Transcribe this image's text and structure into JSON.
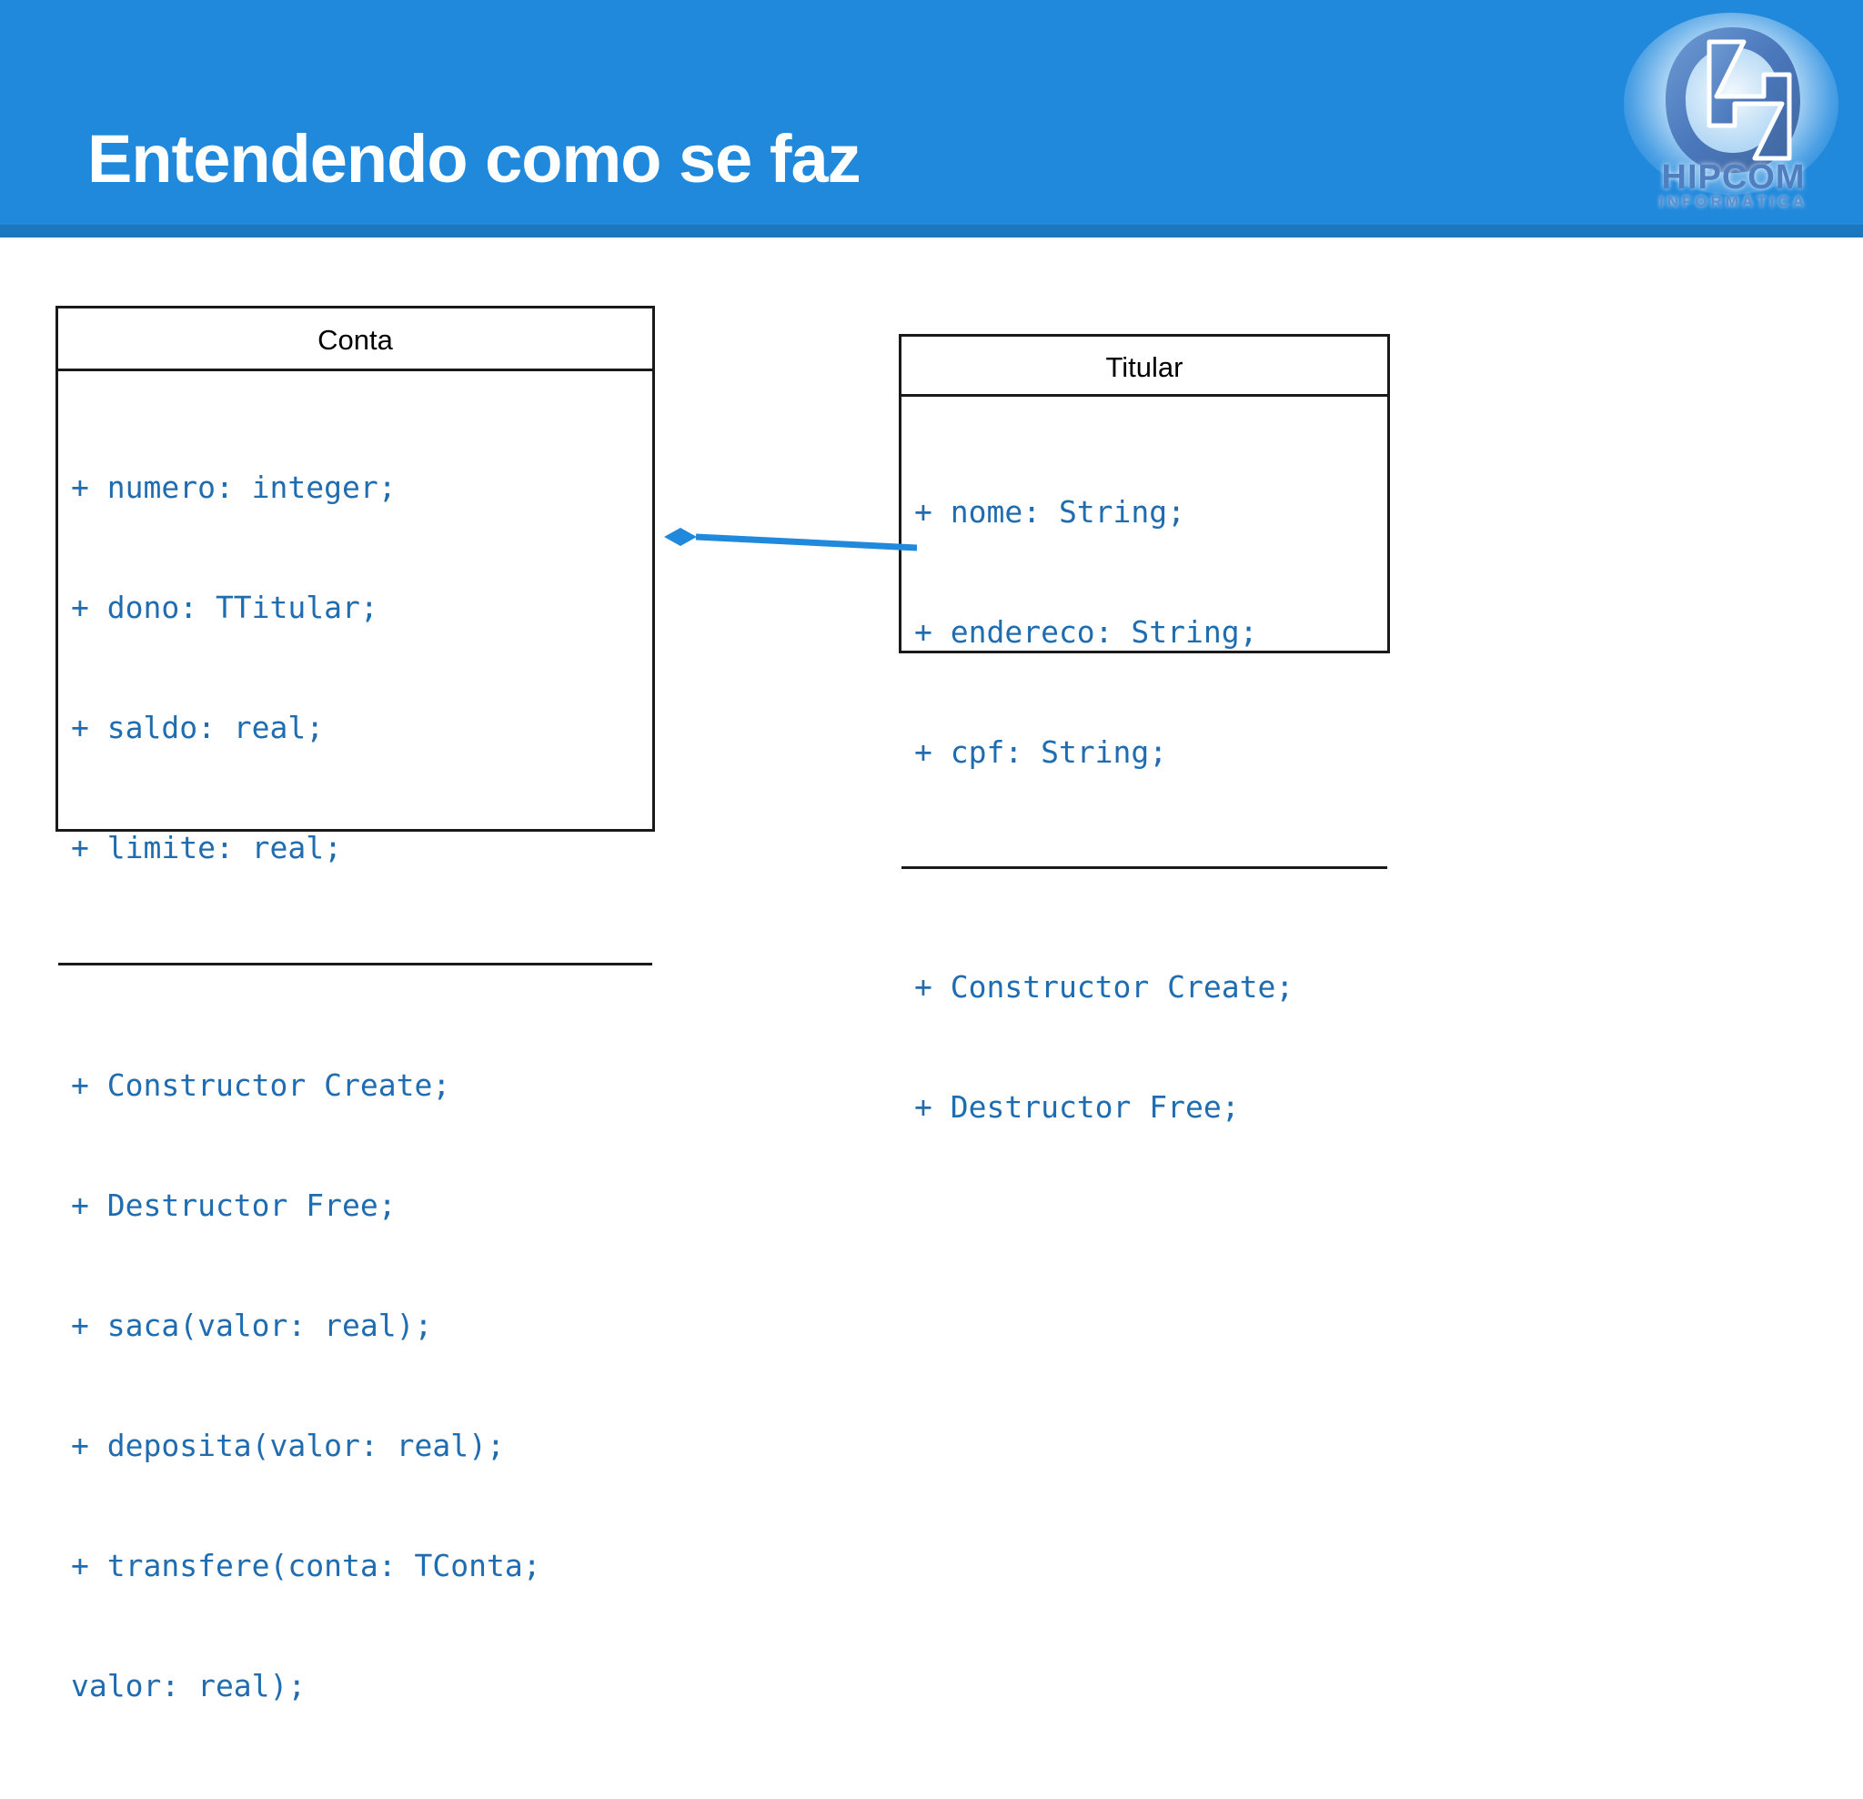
{
  "slide": {
    "title": "Entendendo como se faz",
    "header_color": "#2189dc",
    "code_color": "#1f6cb0"
  },
  "logo": {
    "name": "HIPCOM",
    "tagline": "INFORMÁTICA",
    "mark": "h-monogram-icon"
  },
  "diagram": {
    "type": "uml-class-diagram",
    "classes": [
      {
        "name": "Conta",
        "attributes": [
          "+ numero: integer;",
          "+ dono: TTitular;",
          "+ saldo: real;",
          "+ limite: real;"
        ],
        "operations": [
          "+ Constructor Create;",
          "+ Destructor Free;",
          "+ saca(valor: real);",
          "+ deposita(valor: real);",
          "+ transfere(conta: TConta;",
          "valor: real);"
        ]
      },
      {
        "name": "Titular",
        "attributes": [
          "+ nome: String;",
          "+ endereco: String;",
          "+ cpf: String;"
        ],
        "operations": [
          "+ Constructor Create;",
          "+ Destructor Free;"
        ]
      }
    ],
    "relationship": {
      "kind": "composition",
      "from": "Conta",
      "to": "Titular",
      "marker": "filled-diamond",
      "color": "#2189dc"
    }
  }
}
